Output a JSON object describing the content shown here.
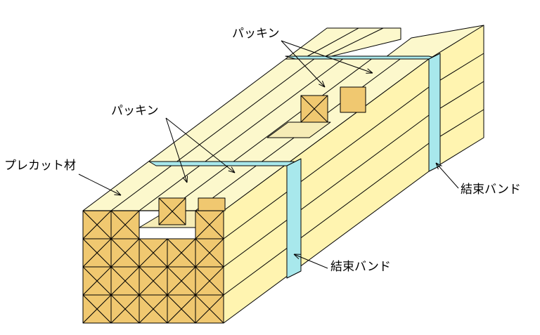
{
  "labels": {
    "packing_top": "パッキン",
    "packing_left": "パッキン",
    "precut": "プレカット材",
    "band_right": "結束バンド",
    "band_bottom": "結束バンド"
  },
  "colors": {
    "top": "#fcf8cc",
    "side": "#fff4b0",
    "front": "#f0c870",
    "band": "#a8e8ec",
    "stroke": "#000000"
  }
}
